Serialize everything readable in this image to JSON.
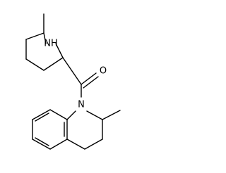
{
  "molecule": {
    "atoms": {
      "piperidine_nitrogen": "NH",
      "carbonyl_oxygen": "O",
      "quinoline_nitrogen": "N"
    },
    "colors": {
      "bond": "#000000",
      "background": "#ffffff"
    }
  }
}
